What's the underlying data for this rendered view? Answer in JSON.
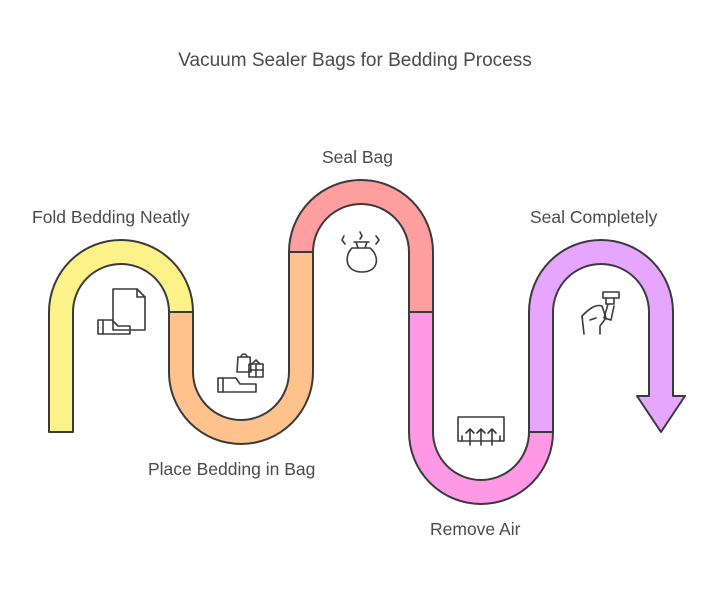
{
  "diagram": {
    "title": "Vacuum Sealer Bags for Bedding Process",
    "steps": [
      {
        "label": "Fold Bedding Neatly",
        "color": "#FDF28A",
        "icon": "folded-bedding-icon"
      },
      {
        "label": "Place Bedding in Bag",
        "color": "#FFC28C",
        "icon": "bedding-in-bag-icon"
      },
      {
        "label": "Seal Bag",
        "color": "#FF9E9E",
        "icon": "sealed-bag-icon"
      },
      {
        "label": "Remove Air",
        "color": "#FF99E6",
        "icon": "remove-air-icon"
      },
      {
        "label": "Seal Completely",
        "color": "#E6A6FF",
        "icon": "hand-sealing-icon"
      }
    ],
    "outline_color": "#333333"
  }
}
